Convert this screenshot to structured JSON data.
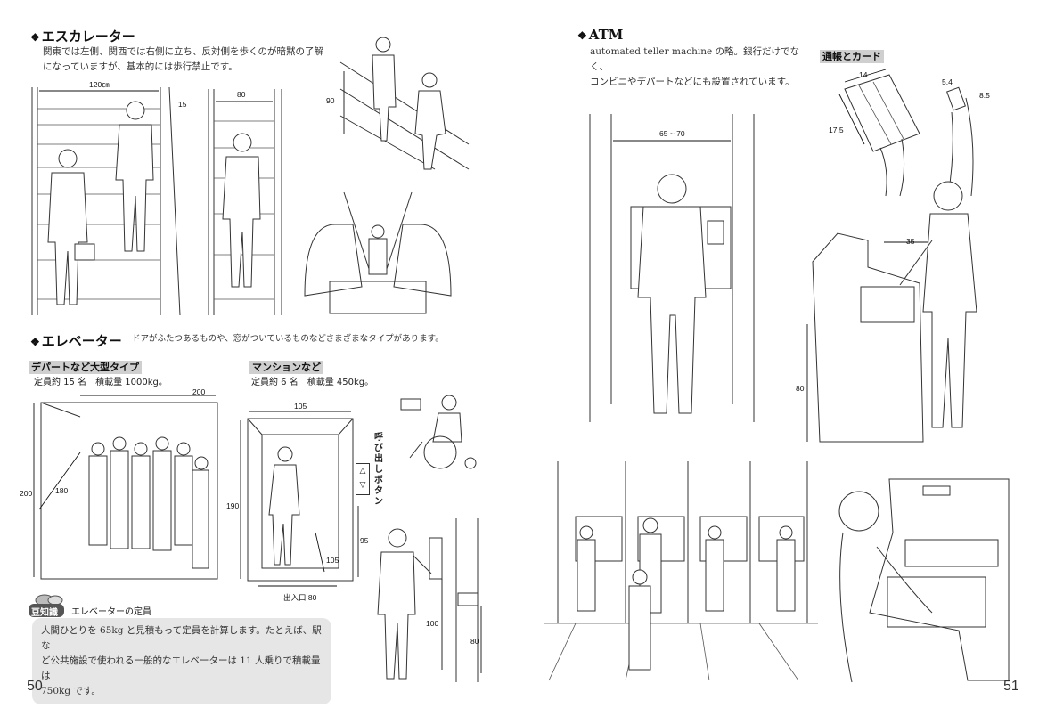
{
  "escalator": {
    "title": "エスカレーター",
    "text_line1": "関東では左側、関西では右側に立ち、反対側を歩くのが暗黙の了解",
    "text_line2": "になっていますが、基本的には歩行禁止です。",
    "dims": {
      "width_wide": "120㎝",
      "rail": "15",
      "width_narrow": "80",
      "height": "90"
    }
  },
  "elevator": {
    "title": "エレベーター",
    "subtitle": "ドアがふたつあるものや、窓がついているものなどさまざまなタイプがあります。",
    "large_label": "デパートなど大型タイプ",
    "large_spec": "定員約 15 名　積載量 1000kg。",
    "mansion_label": "マンションなど",
    "mansion_spec": "定員約 6 名　積載量 450kg。",
    "dims": {
      "large_width": "200",
      "large_height": "200",
      "large_diag": "180",
      "mansion_width": "105",
      "mansion_height": "190",
      "mansion_diag": "105",
      "entrance": "出入口 80",
      "button_height": "95",
      "panel_height": "100",
      "panel2_height": "80"
    },
    "call_button_label": "呼び出しボタン"
  },
  "trivia": {
    "badge": "豆知識",
    "heading": "エレベーターの定員",
    "line1": "人間ひとりを 65kg と見積もって定員を計算します。たとえば、駅な",
    "line2": "ど公共施設で使われる一般的なエレベーターは 11 人乗りで積載量は",
    "line3": "750kg です。"
  },
  "atm": {
    "title": "ATM",
    "text_line1": "automated teller machine の略。銀行だけでなく、",
    "text_line2": "コンビニやデパートなどにも設置されています。",
    "passbook_label": "通帳とカード",
    "dims": {
      "booth_width": "65 ~ 70",
      "passbook_w": "14",
      "passbook_h": "17.5",
      "card_w": "5.4",
      "card_h": "8.5",
      "machine_depth": "35",
      "machine_height": "80"
    }
  },
  "pages": {
    "left": "50",
    "right": "51"
  },
  "icons": [
    "diamond-bullet-icon",
    "leaf-badge-icon",
    "up-arrow-icon",
    "down-arrow-icon"
  ]
}
